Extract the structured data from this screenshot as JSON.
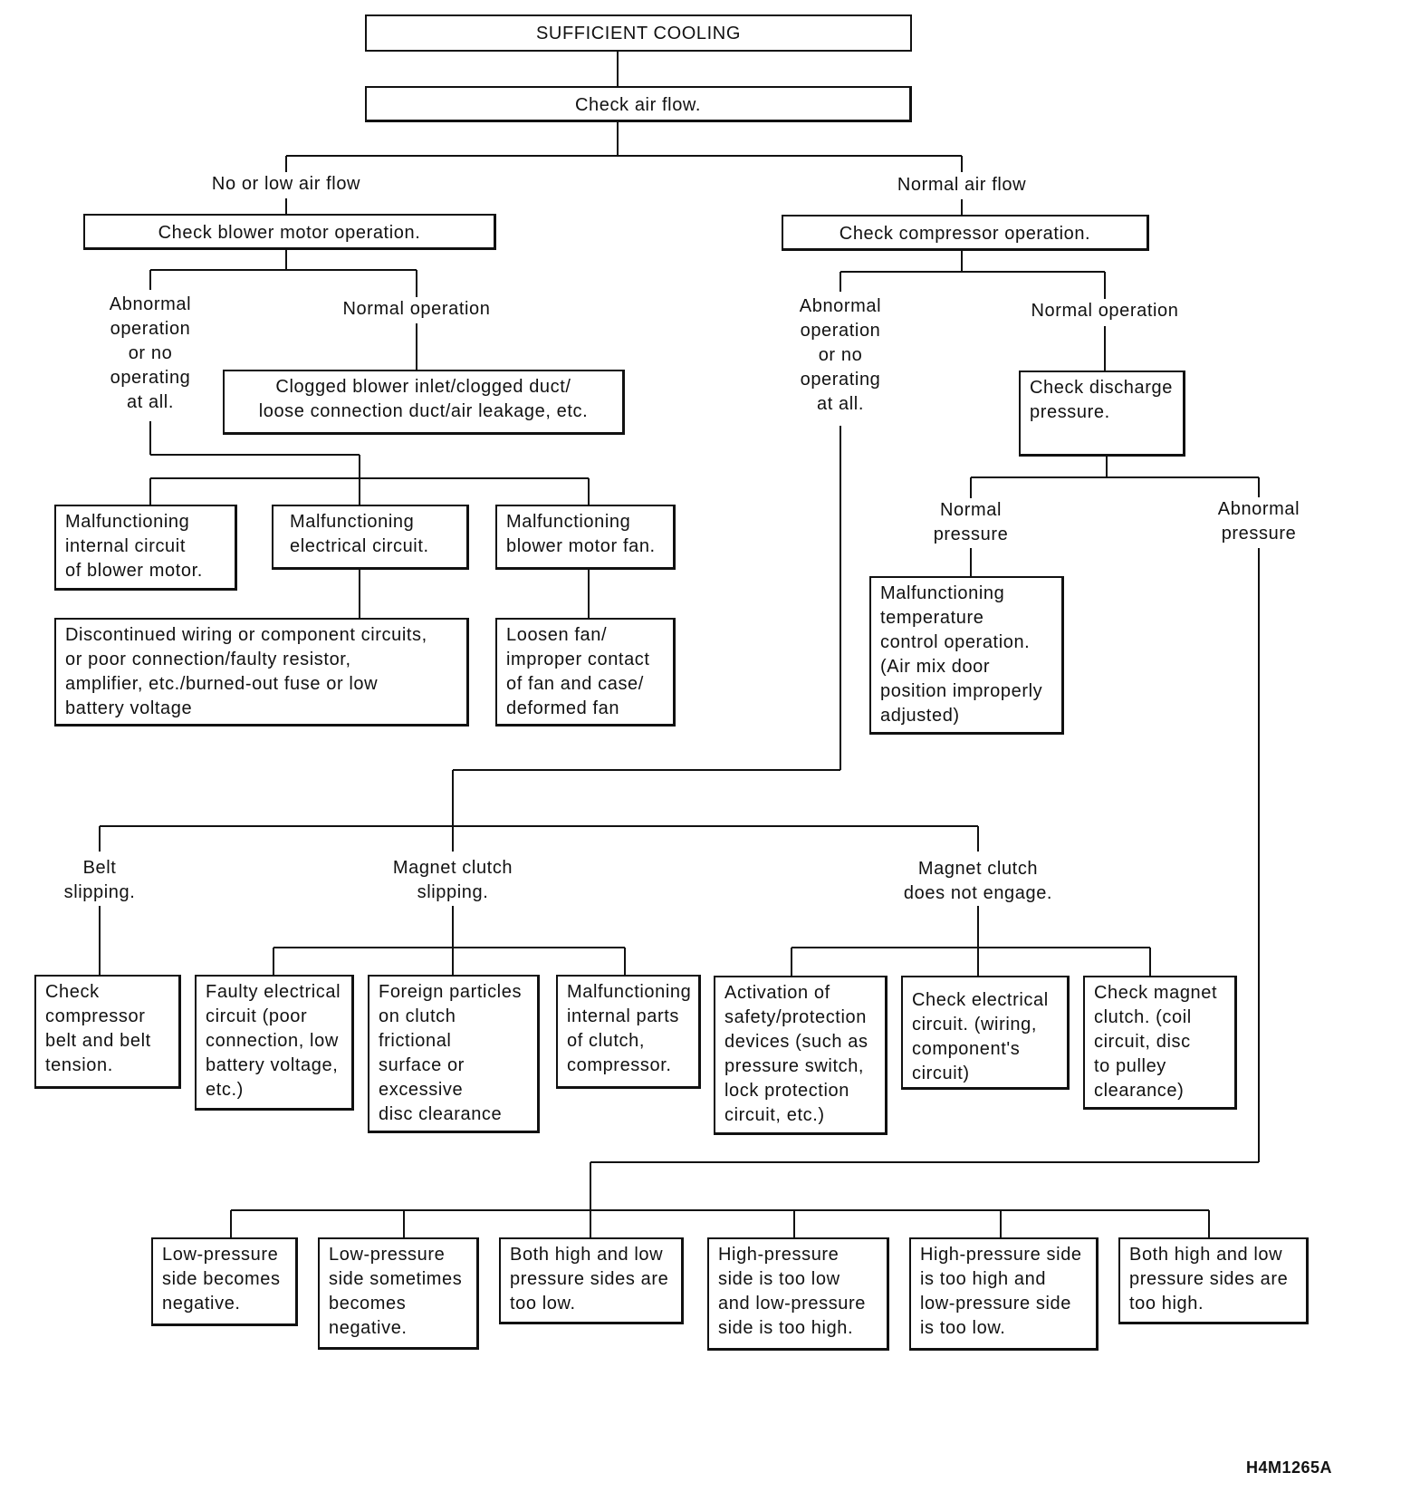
{
  "title": "SUFFICIENT COOLING",
  "check_air_flow": "Check air flow.",
  "branches": {
    "no_low_air_flow": "No or low air flow",
    "normal_air_flow": "Normal air flow"
  },
  "blower": {
    "check": "Check blower motor operation.",
    "abnormal": "Abnormal\noperation\nor no\noperating\nat all.",
    "normal": "Normal operation",
    "clogged": "Clogged blower inlet/clogged duct/\nloose connection duct/air leakage, etc.",
    "malf_internal": "Malfunctioning\ninternal circuit\nof blower motor.",
    "malf_electrical": "Malfunctioning\nelectrical circuit.",
    "malf_fan": "Malfunctioning\nblower motor fan.",
    "discontinued": "Discontinued wiring or component circuits,\nor poor connection/faulty resistor,\namplifier, etc./burned-out fuse or low\nbattery voltage",
    "loosen_fan": "Loosen fan/\nimproper contact\nof fan and case/\ndeformed fan"
  },
  "compressor": {
    "check": "Check compressor operation.",
    "abnormal": "Abnormal\noperation\nor no\noperating\nat all.",
    "normal": "Normal operation",
    "check_discharge": "Check discharge\npressure.",
    "normal_pressure": "Normal\npressure",
    "abnormal_pressure": "Abnormal\npressure",
    "malf_temp": "Malfunctioning\ntemperature\ncontrol operation.\n(Air mix door\nposition improperly\nadjusted)"
  },
  "clutch": {
    "belt_slipping": "Belt\nslipping.",
    "magnet_slipping": "Magnet clutch\nslipping.",
    "not_engage": "Magnet clutch\ndoes not engage.",
    "check_belt": "Check\ncompressor\nbelt and belt\ntension.",
    "faulty_electrical": "Faulty electrical\ncircuit (poor\nconnection, low\nbattery voltage,\netc.)",
    "foreign_particles": "Foreign particles\non clutch\nfrictional\nsurface or\nexcessive\ndisc clearance",
    "malf_internal_parts": "Malfunctioning\ninternal parts\nof clutch,\ncompressor.",
    "activation_safety": "Activation of\nsafety/protection\ndevices (such as\npressure switch,\nlock protection\ncircuit, etc.)",
    "check_electrical": "Check electrical\ncircuit. (wiring,\ncomponent's\ncircuit)",
    "check_magnet": "Check magnet\nclutch. (coil\ncircuit, disc\nto pulley\nclearance)"
  },
  "pressure_results": [
    "Low-pressure\nside becomes\nnegative.",
    "Low-pressure\nside sometimes\nbecomes\nnegative.",
    "Both high and low\npressure sides are\ntoo low.",
    "High-pressure\nside is too low\nand low-pressure\nside is too high.",
    "High-pressure side\nis too high and\nlow-pressure side\nis too low.",
    "Both high and low\npressure sides are\ntoo high."
  ],
  "figure_code": "H4M1265A"
}
